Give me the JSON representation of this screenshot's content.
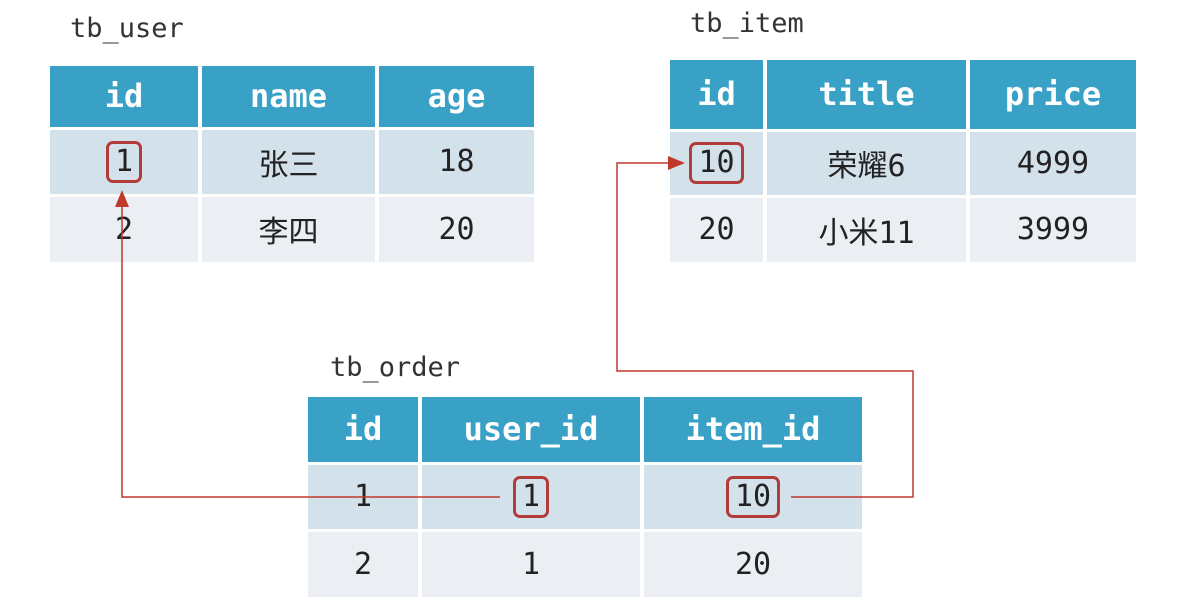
{
  "tables": {
    "user": {
      "name": "tb_user",
      "columns": [
        "id",
        "name",
        "age"
      ],
      "rows": [
        [
          "1",
          "张三",
          "18"
        ],
        [
          "2",
          "李四",
          "20"
        ]
      ]
    },
    "item": {
      "name": "tb_item",
      "columns": [
        "id",
        "title",
        "price"
      ],
      "rows": [
        [
          "10",
          "荣耀6",
          "4999"
        ],
        [
          "20",
          "小米11",
          "3999"
        ]
      ]
    },
    "order": {
      "name": "tb_order",
      "columns": [
        "id",
        "user_id",
        "item_id"
      ],
      "rows": [
        [
          "1",
          "1",
          "10"
        ],
        [
          "2",
          "1",
          "20"
        ]
      ]
    }
  },
  "colors": {
    "header": "#3aa1c6",
    "row_odd": "#d3e1ea",
    "row_even": "#ebeff3",
    "link": "#c0392b",
    "highlight": "#b23b3b"
  }
}
